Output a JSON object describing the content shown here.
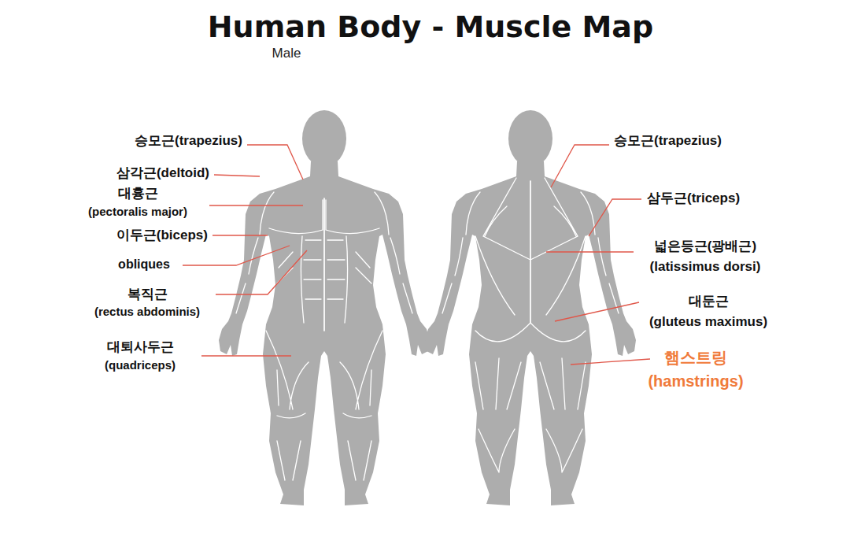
{
  "diagram": {
    "title": "Human Body - Muscle Map",
    "labels": [
      "Male",
      "승모근(trapezius)",
      "삼각근(deltoid)",
      "대흉근",
      "(pectoralis major)",
      "이두근(biceps)",
      "obliques",
      "복직근",
      "(rectus abdominis)",
      "대퇴사두근",
      "(quadriceps)",
      "승모근(trapezius)",
      "삼두근(triceps)",
      "넓은등근(광배근)",
      "(latissimus dorsi)",
      "대둔근",
      "(gluteus maximus)",
      "햄스트링",
      "(hamstrings)"
    ]
  }
}
